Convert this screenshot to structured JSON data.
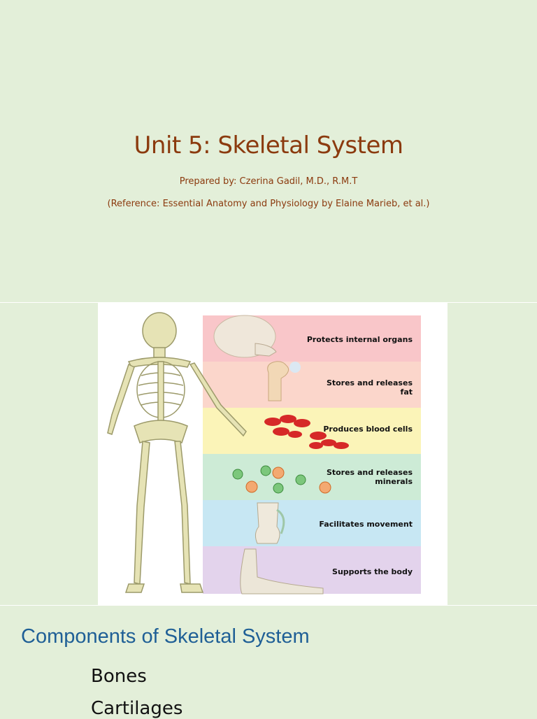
{
  "slide1": {
    "title": "Unit 5: Skeletal System",
    "prepared_by": "Prepared by: Czerina Gadil, M.D., R.M.T",
    "reference": "(Reference: Essential Anatomy and Physiology  by Elaine Marieb, et al.)"
  },
  "slide2": {
    "functions": [
      {
        "label": "Protects internal organs",
        "color": "#f9c6c9"
      },
      {
        "label": "Stores and releases\nfat",
        "color": "#fbd6cb"
      },
      {
        "label": "Produces blood cells",
        "color": "#fbf4b8"
      },
      {
        "label": "Stores and releases\nminerals",
        "color": "#cdebd6"
      },
      {
        "label": "Facilitates movement",
        "color": "#c7e7f3"
      },
      {
        "label": "Supports the body",
        "color": "#e3d3ec"
      }
    ]
  },
  "slide3": {
    "title": "Components of Skeletal System",
    "items": [
      "Bones",
      "Cartilages"
    ]
  }
}
